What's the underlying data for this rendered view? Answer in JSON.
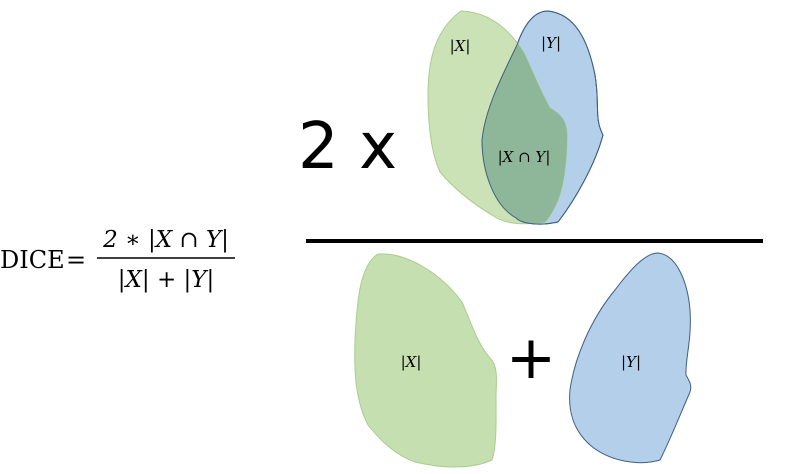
{
  "formula": {
    "lhs": "DICE",
    "equals": "=",
    "numerator": "2 ∗ |X ∩ Y|",
    "denominator": "|X| + |Y|"
  },
  "diagram": {
    "multiplier": "2 x",
    "plus": "+",
    "labels": {
      "top_x": "|X|",
      "top_y": "|Y|",
      "intersection": "|X ∩ Y|",
      "bottom_x": "|X|",
      "bottom_y": "|Y|"
    }
  },
  "colors": {
    "set_x_fill": "#c5dfb0",
    "set_x_stroke": "#a9cd8e",
    "set_y_fill": "#b3cfea",
    "set_y_stroke": "#3f5f82",
    "overlap_fill": "#8eb79a",
    "rule": "#000000"
  }
}
